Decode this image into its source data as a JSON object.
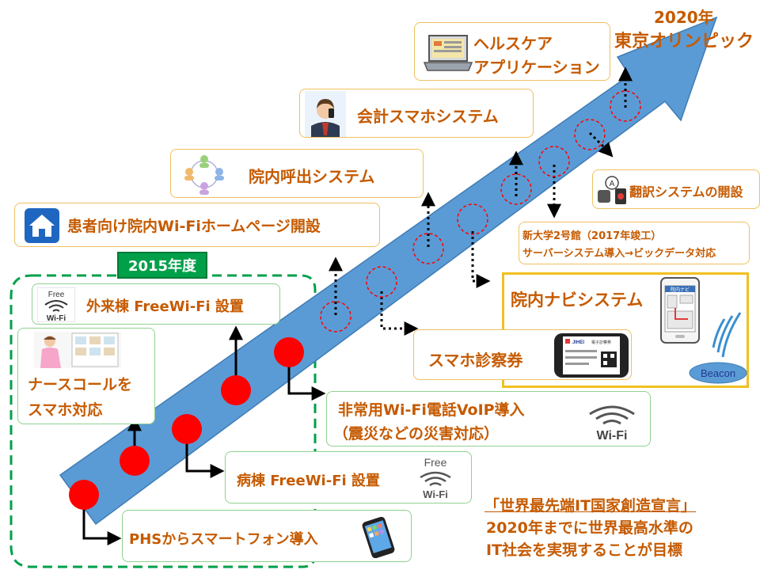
{
  "goal": {
    "year": "2020年",
    "event": "東京オリンピック"
  },
  "year_tag": "2015年度",
  "milestones": {
    "phs": "PHSからスマートフォン導入",
    "ward_wifi": "病棟 FreeWi-Fi 設置",
    "nurse_call": [
      "ナースコールを",
      "スマホ対応"
    ],
    "outpatient_wifi": "外来棟 FreeWi-Fi 設置",
    "emergency_wifi": [
      "非常用Wi-Fi電話VoIP導入",
      "（震災などの災害対応）"
    ],
    "homepage": "患者向け院内Wi-Fiホームページ開設",
    "call_system": "院内呼出システム",
    "payment": "会計スマホシステム",
    "healthcare": [
      "ヘルスケア",
      "アプリケーション"
    ],
    "translation": "翻訳システムの開設",
    "new_building": [
      "新大学2号館（2017年竣工）",
      "サーバーシステム導入→ビックデータ対応"
    ],
    "navi": "院内ナビシステム",
    "exam_ticket": "スマホ診察券"
  },
  "icons": {
    "free_wifi_text": "Free",
    "wifi_text": "Wi-Fi",
    "beacon": "Beacon",
    "phone_screen_brand": "JIHEI",
    "phone_screen_title": "電子診察券",
    "navi_screen_title": "院内ナビ"
  },
  "declaration": {
    "title": "「世界最先端IT国家創造宣言」",
    "lines": [
      "2020年までに世界最高水準の",
      "IT社会を実現することが目標"
    ]
  },
  "colors": {
    "arrow": "#5b9bd5",
    "accent_text": "#c55a00",
    "done_dot": "#ff0000",
    "plan_dot": "#ff0000",
    "dashed_frame": "#00a04a",
    "tag_bg": "#00a04a"
  }
}
